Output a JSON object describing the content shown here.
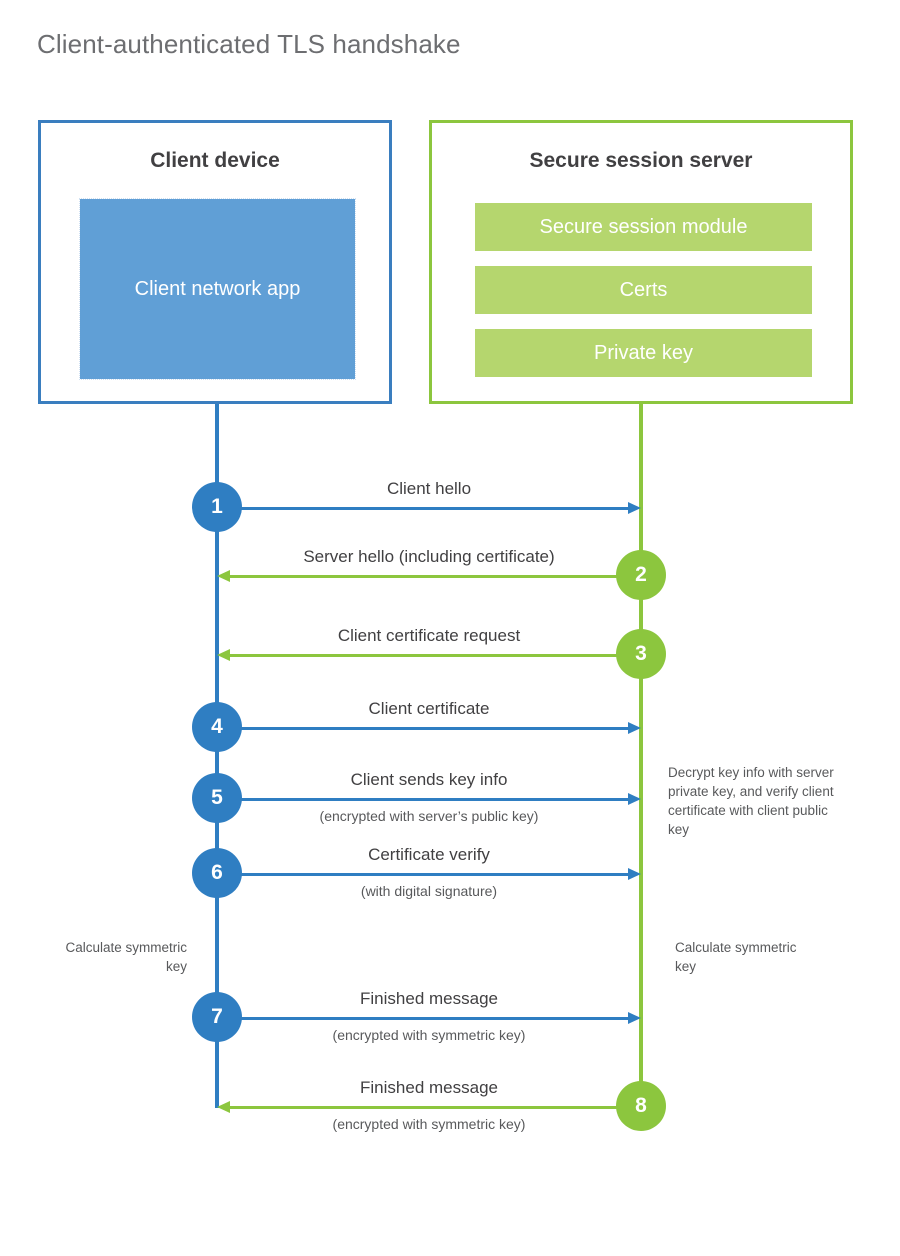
{
  "page": {
    "title": "Client-authenticated TLS handshake",
    "colors": {
      "blue": "#2f7ec2",
      "blue_border": "#3a7ebf",
      "blue_fill": "#609fd6",
      "green": "#8cc63e",
      "green_fill": "#b5d66e",
      "text": "#414042",
      "title_text": "#6d6e71",
      "background": "#ffffff"
    }
  },
  "parties": {
    "client": {
      "title": "Client device",
      "app_label": "Client network app"
    },
    "server": {
      "title": "Secure session server",
      "components": [
        {
          "label": "Secure session module"
        },
        {
          "label": "Certs"
        },
        {
          "label": "Private key"
        }
      ]
    }
  },
  "chart_data": {
    "type": "sequence-diagram",
    "title": "Client-authenticated TLS handshake",
    "actors": [
      "Client device",
      "Secure session server"
    ],
    "steps": [
      {
        "number": "1",
        "label": "Client hello",
        "sublabel": "",
        "direction": "client-to-server",
        "color": "blue"
      },
      {
        "number": "2",
        "label": "Server hello (including certificate)",
        "sublabel": "",
        "direction": "server-to-client",
        "color": "green"
      },
      {
        "number": "3",
        "label": "Client certificate request",
        "sublabel": "",
        "direction": "server-to-client",
        "color": "green"
      },
      {
        "number": "4",
        "label": "Client certificate",
        "sublabel": "",
        "direction": "client-to-server",
        "color": "blue"
      },
      {
        "number": "5",
        "label": "Client sends key info",
        "sublabel": "(encrypted with server’s public key)",
        "direction": "client-to-server",
        "color": "blue"
      },
      {
        "number": "6",
        "label": "Certificate verify",
        "sublabel": "(with digital signature)",
        "direction": "client-to-server",
        "color": "blue"
      },
      {
        "number": "7",
        "label": "Finished message",
        "sublabel": "(encrypted with symmetric key)",
        "direction": "client-to-server",
        "color": "blue"
      },
      {
        "number": "8",
        "label": "Finished message",
        "sublabel": "(encrypted with symmetric key)",
        "direction": "server-to-client",
        "color": "green"
      }
    ],
    "notes": [
      {
        "side": "server",
        "text": "Decrypt key info with server private key, and verify client certificate with client public key"
      },
      {
        "side": "client",
        "text": "Calculate symmetric key"
      },
      {
        "side": "server",
        "text": "Calculate symmetric key"
      }
    ]
  }
}
